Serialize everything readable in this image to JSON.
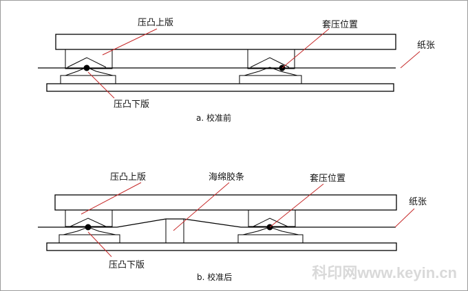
{
  "diagram_a": {
    "label_upper_plate": "压凸上版",
    "label_register": "套压位置",
    "label_paper": "纸张",
    "label_lower_plate": "压凸下版",
    "caption": "a. 校准前"
  },
  "diagram_b": {
    "label_upper_plate": "压凸上版",
    "label_sponge": "海绵胶条",
    "label_register": "套压位置",
    "label_paper": "纸张",
    "label_lower_plate": "压凸下版",
    "caption": "b. 校准后"
  },
  "watermark": "科印网www.keyin.cn",
  "colors": {
    "leader": "#c62828",
    "outline": "#000000",
    "watermark": "#d9d9d9"
  }
}
